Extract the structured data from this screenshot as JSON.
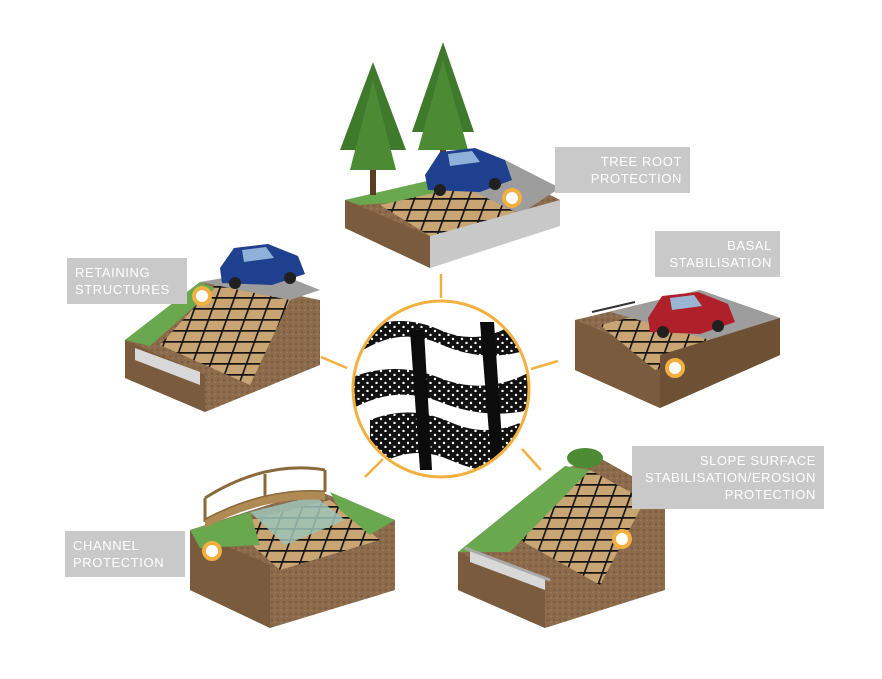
{
  "labels": {
    "tree_root": [
      "TREE ROOT",
      "PROTECTION"
    ],
    "basal": [
      "BASAL",
      "STABILISATION"
    ],
    "retaining": [
      "RETAINING",
      "STRUCTURES"
    ],
    "channel": [
      "CHANNEL",
      "PROTECTION"
    ],
    "slope": [
      "SLOPE SURFACE",
      "STABILISATION/EROSION",
      "PROTECTION"
    ]
  },
  "colors": {
    "accent": "#f2b040",
    "label_bg": "#c9c9c9",
    "label_text": "#ffffff",
    "soil": "#8a6a4a",
    "grass": "#6aa84f",
    "cells": "#1a1a1a",
    "road": "#9a9a9a",
    "car_blue": "#1f3f8f",
    "car_red": "#b0202a"
  }
}
